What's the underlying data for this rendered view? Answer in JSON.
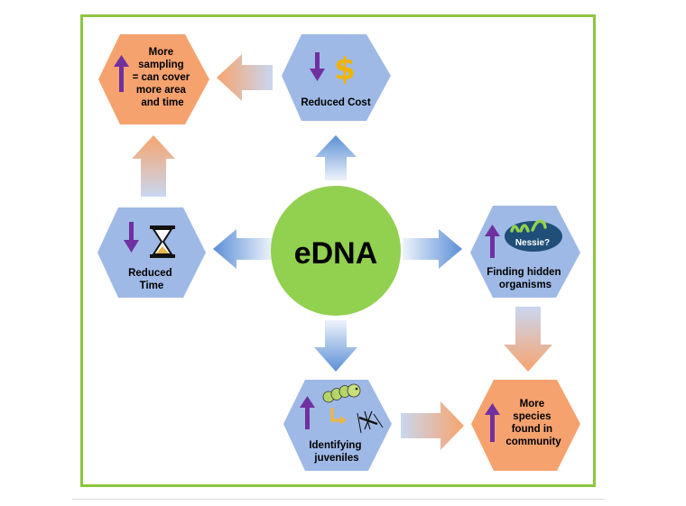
{
  "center": {
    "label": "eDNA"
  },
  "nodes": {
    "reduced_cost": {
      "lines": [
        "Reduced Cost"
      ],
      "icon": "dollar-icon",
      "direction": "down"
    },
    "reduced_time": {
      "lines": [
        "Reduced",
        "Time"
      ],
      "icon": "hourglass-icon",
      "direction": "down"
    },
    "more_sampling": {
      "lines": [
        "More",
        "sampling",
        "= can cover",
        "more area",
        "and time"
      ],
      "direction": "up"
    },
    "hidden_organisms": {
      "lines": [
        "Finding hidden",
        "organisms"
      ],
      "icon": "nessie-icon",
      "icon_text": "Nessie?",
      "direction": "up"
    },
    "juveniles": {
      "lines": [
        "Identifying",
        "juveniles"
      ],
      "icon": "larva-to-insect-icon",
      "direction": "up"
    },
    "more_species": {
      "lines": [
        "More",
        "species",
        "found in",
        "community"
      ],
      "direction": "up"
    }
  },
  "colors": {
    "frame": "#8dc63f",
    "center": "#92d050",
    "blue_hex": "#9fb9e6",
    "orange_hex": "#f5a26f",
    "up_down_arrow": "#7030a0",
    "dollar": "#f0b400"
  }
}
